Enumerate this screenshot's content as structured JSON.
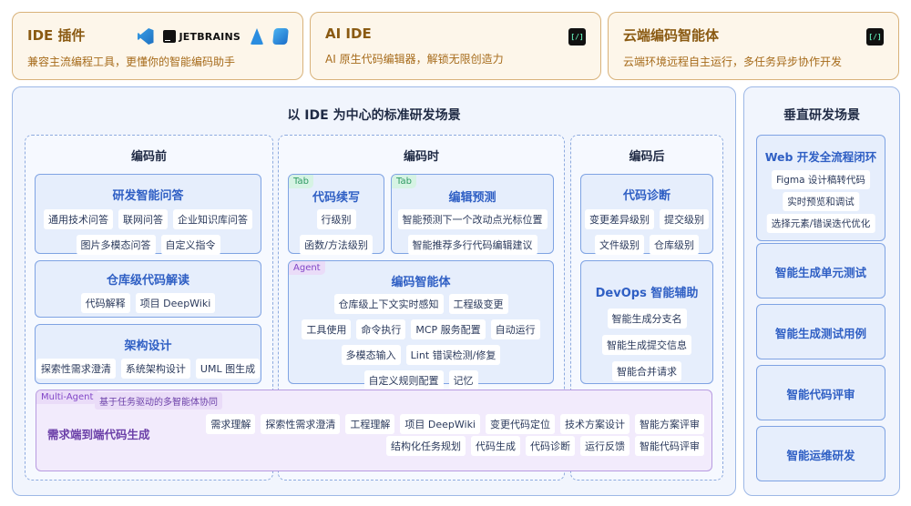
{
  "top_cards": [
    {
      "title": "IDE 插件",
      "subtitle": "兼容主流编程工具，更懂你的智能编码助手",
      "logos": [
        "vscode-icon",
        "jetbrains-icon",
        "xcode-icon",
        "swift-icon"
      ],
      "jetbrains_label": "JETBRAINS"
    },
    {
      "title": "AI IDE",
      "subtitle": "AI 原生代码编辑器，解锁无限创造力",
      "logo_text": "[/]"
    },
    {
      "title": "云端编码智能体",
      "subtitle": "云端环境远程自主运行，多任务异步协作开发",
      "logo_text": "[/]"
    }
  ],
  "main": {
    "title": "以 IDE 为中心的标准研发场景",
    "columns": [
      {
        "title": "编码前",
        "boxes": [
          {
            "title": "研发智能问答",
            "rows": [
              [
                "通用技术问答",
                "联网问答",
                "企业知识库问答"
              ],
              [
                "图片多模态问答",
                "自定义指令"
              ]
            ]
          },
          {
            "title": "仓库级代码解读",
            "rows": [
              [
                "代码解释",
                "项目 DeepWiki"
              ]
            ]
          },
          {
            "title": "架构设计",
            "rows": [
              [
                "探索性需求澄清",
                "系统架构设计",
                "UML 图生成"
              ]
            ]
          }
        ]
      },
      {
        "title": "编码时",
        "boxes": [
          {
            "tag": "Tab",
            "title": "代码续写",
            "rows": [
              [
                "行级别"
              ],
              [
                "函数/方法级别"
              ]
            ]
          },
          {
            "tag": "Tab",
            "title": "编辑预测",
            "rows": [
              [
                "智能预测下一个改动点光标位置"
              ],
              [
                "智能推荐多行代码编辑建议"
              ]
            ]
          },
          {
            "tag": "Agent",
            "title": "编码智能体",
            "rows": [
              [
                "仓库级上下文实时感知",
                "工程级变更"
              ],
              [
                "工具使用",
                "命令执行",
                "MCP 服务配置",
                "自动运行"
              ],
              [
                "多模态输入",
                "Lint 错误检测/修复"
              ],
              [
                "自定义规则配置",
                "记忆"
              ]
            ]
          }
        ]
      },
      {
        "title": "编码后",
        "boxes": [
          {
            "title": "代码诊断",
            "rows": [
              [
                "变更差异级别",
                "提交级别"
              ],
              [
                "文件级别",
                "仓库级别"
              ]
            ]
          },
          {
            "title": "DevOps 智能辅助",
            "rows": [
              [
                "智能生成分支名"
              ],
              [
                "智能生成提交信息"
              ],
              [
                "智能合并请求"
              ]
            ]
          }
        ]
      }
    ],
    "multi_agent": {
      "tag": "Multi-Agent",
      "subtitle": "基于任务驱动的多智能体协同",
      "title": "需求端到端代码生成",
      "rows": [
        [
          "需求理解",
          "探索性需求澄清",
          "工程理解",
          "项目 DeepWiki",
          "变更代码定位",
          "技术方案设计",
          "智能方案评审"
        ],
        [
          "结构化任务规划",
          "代码生成",
          "代码诊断",
          "运行反馈",
          "智能代码评审"
        ]
      ]
    }
  },
  "vertical": {
    "title": "垂直研发场景",
    "web": {
      "title": "Web 开发全流程闭环",
      "items": [
        "Figma 设计稿转代码",
        "实时预览和调试",
        "选择元素/错误迭代优化"
      ]
    },
    "items": [
      "智能生成单元测试",
      "智能生成测试用例",
      "智能代码评审",
      "智能运维研发"
    ]
  }
}
